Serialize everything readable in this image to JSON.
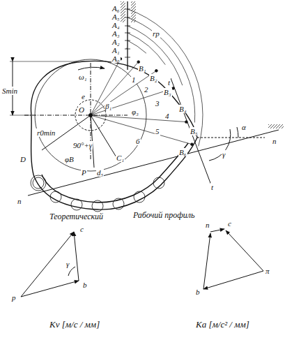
{
  "diagram": {
    "labels": [
      "A₆",
      "A₅",
      "A₄",
      "A₃",
      "A₂",
      "A₁",
      "A₀",
      "rp",
      "B₁",
      "B₂",
      "B₃",
      "B₄",
      "B₅",
      "B₆",
      "t",
      "t",
      "n",
      "n",
      "α",
      "γ",
      "ω₁",
      "e",
      "O",
      "β₁",
      "φ₃",
      "Smin",
      "r0min",
      "D",
      "90°+γ",
      "φB",
      "P",
      "d₅",
      "C₁",
      "1",
      "2",
      "3",
      "4",
      "5",
      "6",
      "Теоретический",
      "Рабочий профиль",
      "c",
      "γ",
      "b",
      "p",
      "Kv [м/с / мм]",
      "n",
      "c",
      "π",
      "b",
      "Ka [м/с² / мм]"
    ]
  }
}
